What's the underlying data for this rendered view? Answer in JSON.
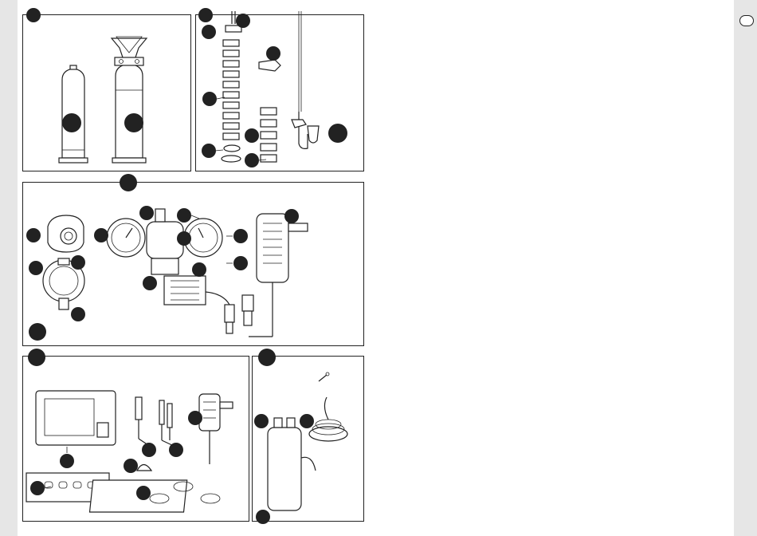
{
  "page": {
    "colors": {
      "ink": "#222222",
      "margin": "#e6e6e6",
      "paper": "#ffffff"
    }
  },
  "panels": [
    {
      "id": "panel-a",
      "content": "co2-cylinders"
    },
    {
      "id": "panel-b",
      "content": "diffuser-and-bubble-counter-parts"
    },
    {
      "id": "panel-c",
      "content": "pressure-regulator-and-solenoid"
    },
    {
      "id": "panel-d",
      "content": "ph-controller-set"
    },
    {
      "id": "panel-e",
      "content": "reactor-and-tubing"
    }
  ],
  "callouts": {
    "style": "black-filled-circle",
    "label_text": ""
  }
}
